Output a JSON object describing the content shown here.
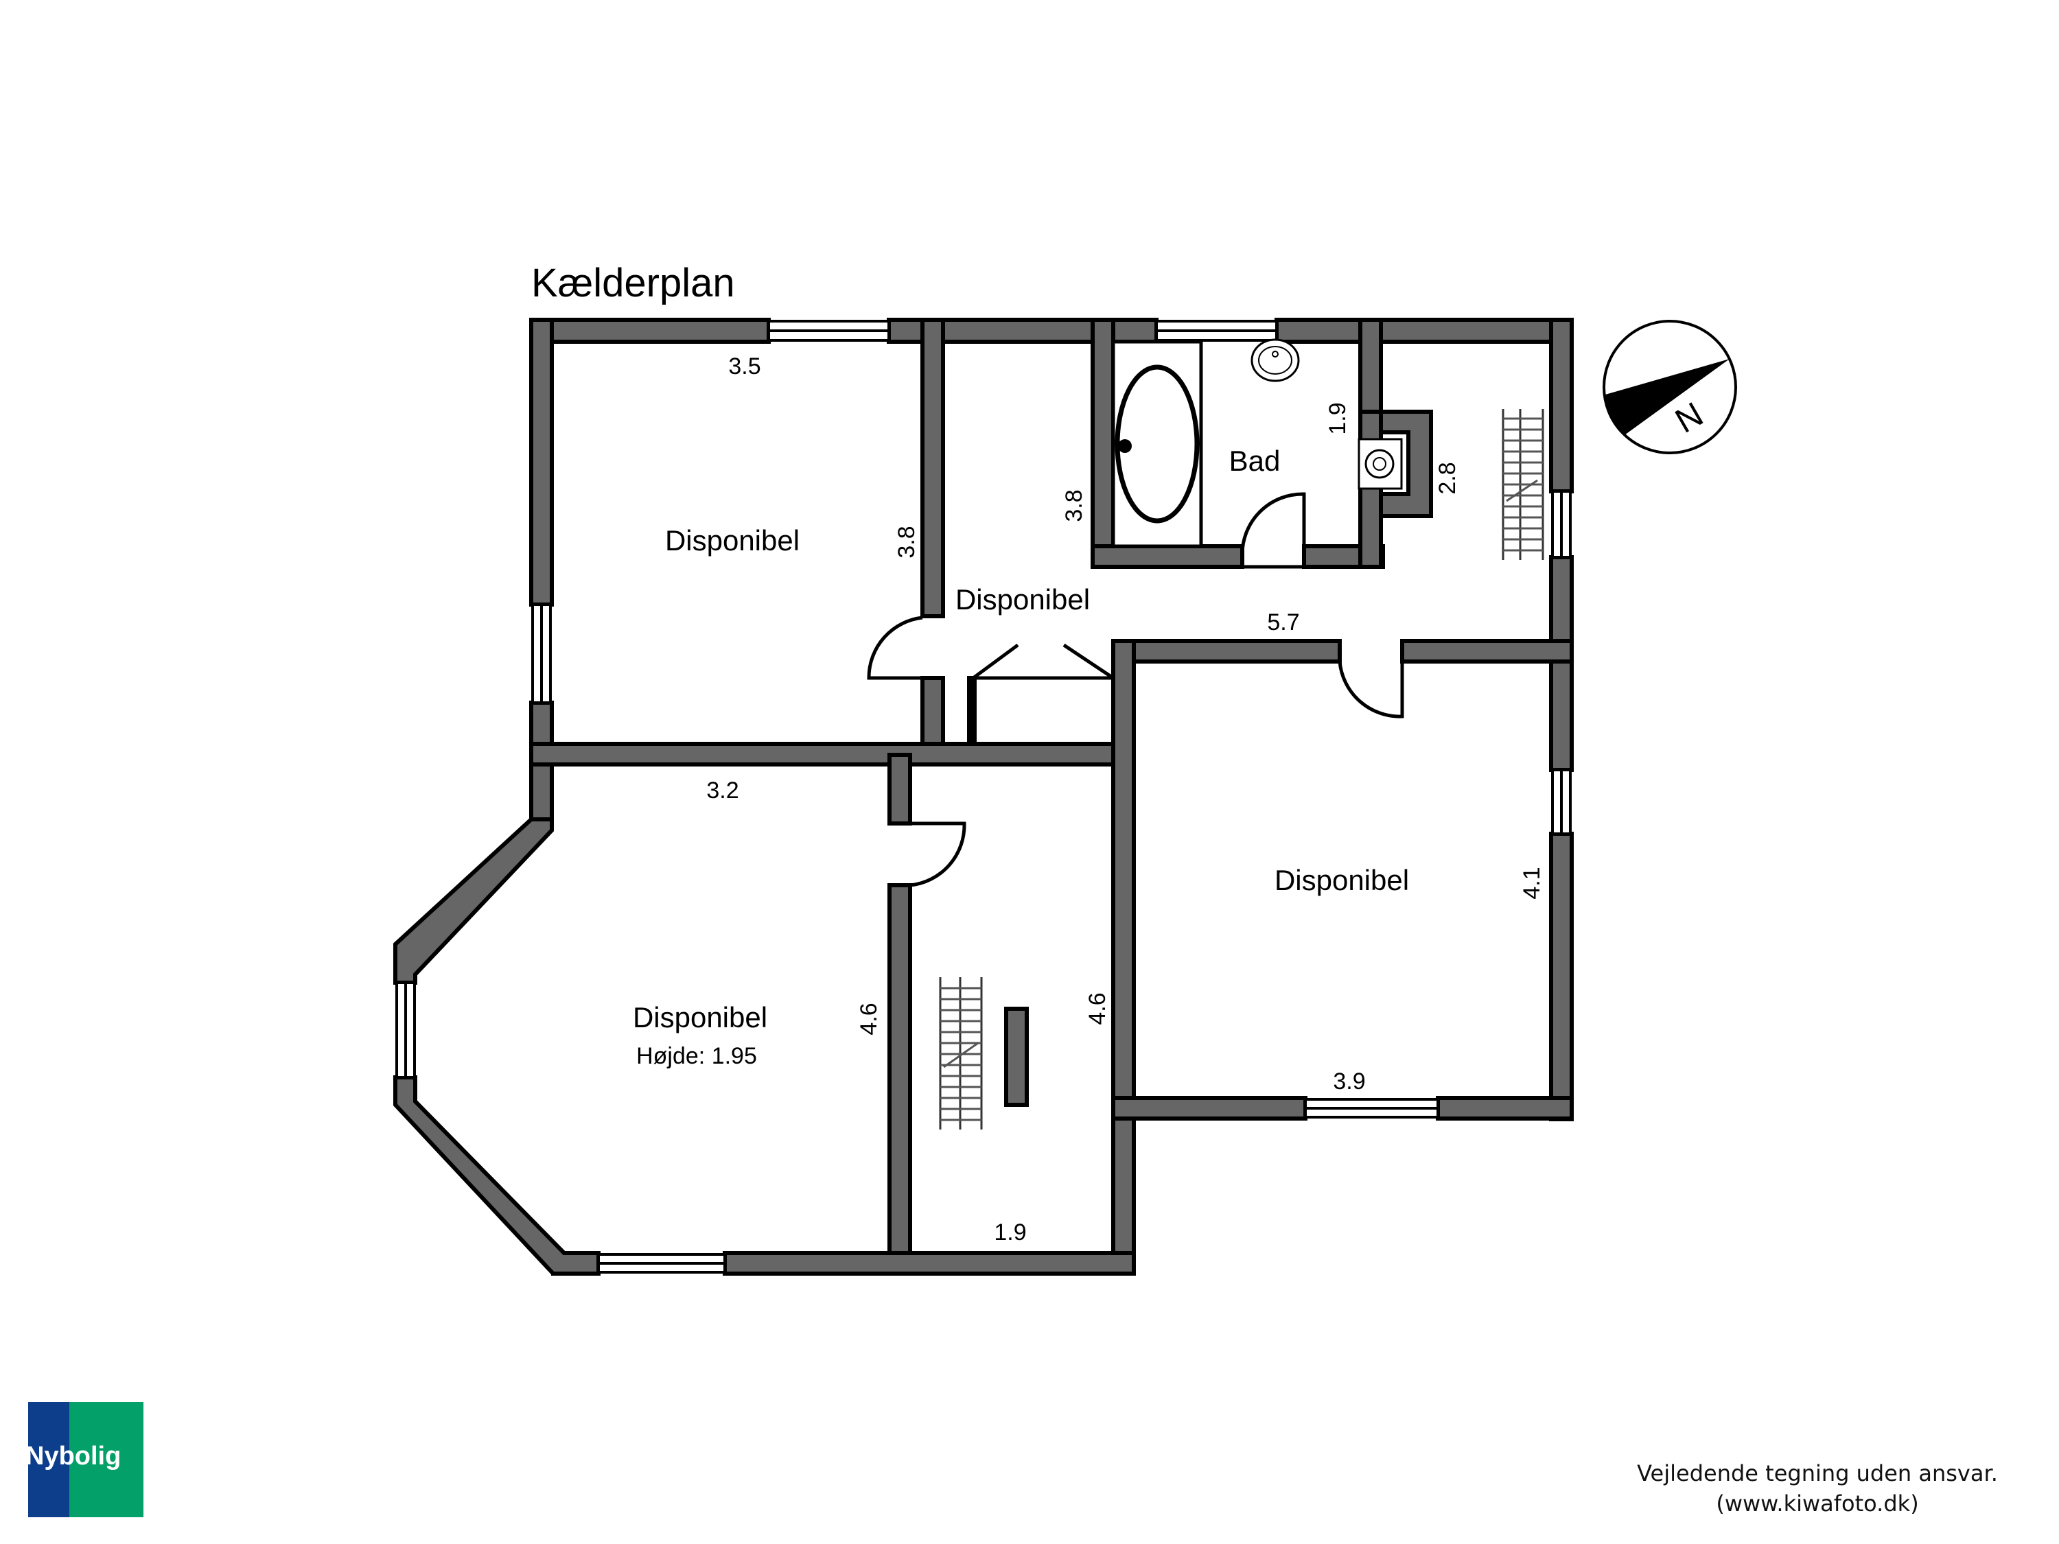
{
  "title": "Kælderplan",
  "rooms": [
    {
      "id": "top-left",
      "name": "Disponibel",
      "dims": {
        "width": "3.5",
        "depth": "3.8"
      }
    },
    {
      "id": "hallway",
      "name": "Disponibel",
      "dims": {
        "depth": "3.8",
        "length": "5.7"
      }
    },
    {
      "id": "bathroom",
      "name": "Bad",
      "dims": {
        "width": "1.9",
        "depth": "2.8"
      }
    },
    {
      "id": "bottom-left",
      "name": "Disponibel",
      "note": "Højde: 1.95",
      "dims": {
        "width": "3.2",
        "depth": "4.6"
      }
    },
    {
      "id": "stair-room",
      "dims": {
        "width": "1.9",
        "depth": "4.6"
      }
    },
    {
      "id": "right",
      "name": "Disponibel",
      "dims": {
        "width": "3.9",
        "depth": "4.1"
      }
    }
  ],
  "compass": {
    "label": "N",
    "icon": "north-arrow-icon"
  },
  "logo": {
    "text": "Nybolig",
    "colors": {
      "left": "#0d3e8c",
      "right": "#03a06a"
    }
  },
  "disclaimer": {
    "line1": "Vejledende tegning uden ansvar.",
    "line2": "(www.kiwafoto.dk)"
  },
  "colors": {
    "wall": "#666666",
    "outline": "#000000",
    "background": "#ffffff"
  }
}
